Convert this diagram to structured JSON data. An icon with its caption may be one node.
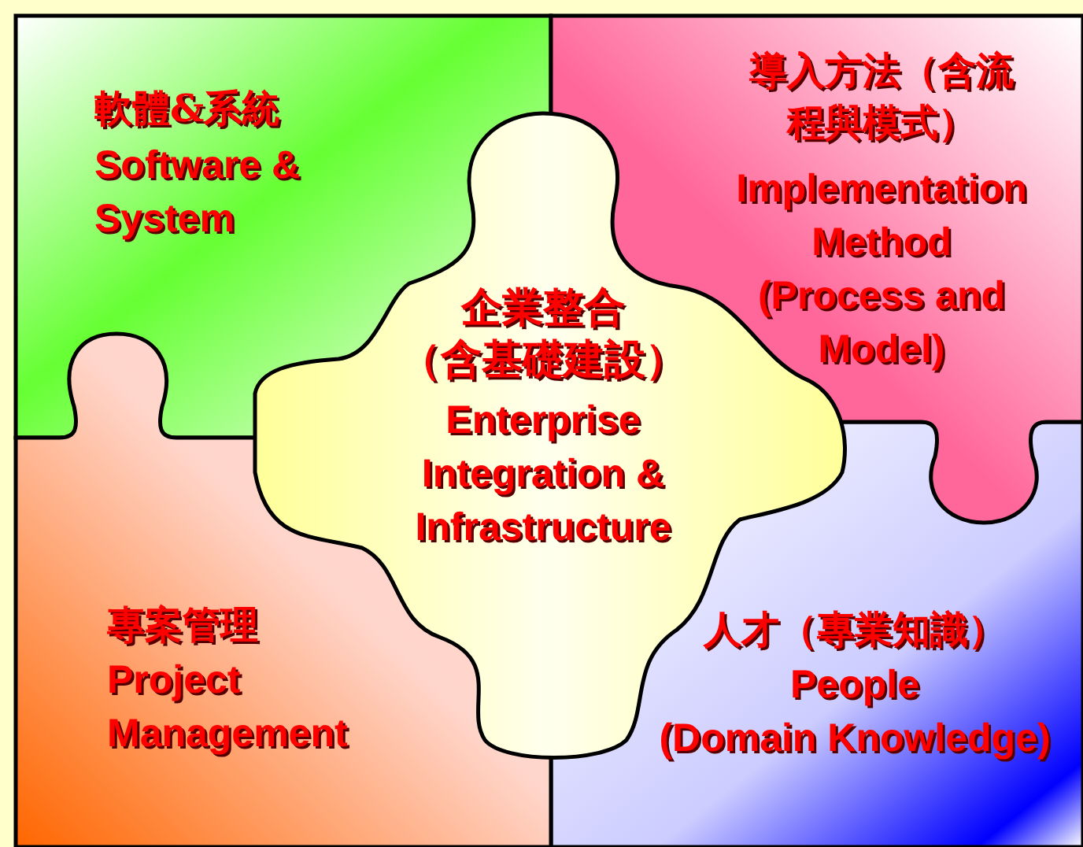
{
  "diagram": {
    "nodes": [
      {
        "text": [
          "軟體&系統",
          "Software & System"
        ]
      },
      {
        "text": [
          "導入方法（含流程與模式）",
          "Implementation Method (Process and Model)"
        ]
      },
      {
        "text": [
          "企業整合（含基礎建設）",
          "Enterprise Integration & Infrastructure"
        ]
      },
      {
        "text": [
          "專案管理",
          "Project Management"
        ]
      },
      {
        "text": [
          "人才（專業知識）",
          "People (Domain Knowledge)"
        ]
      }
    ]
  }
}
